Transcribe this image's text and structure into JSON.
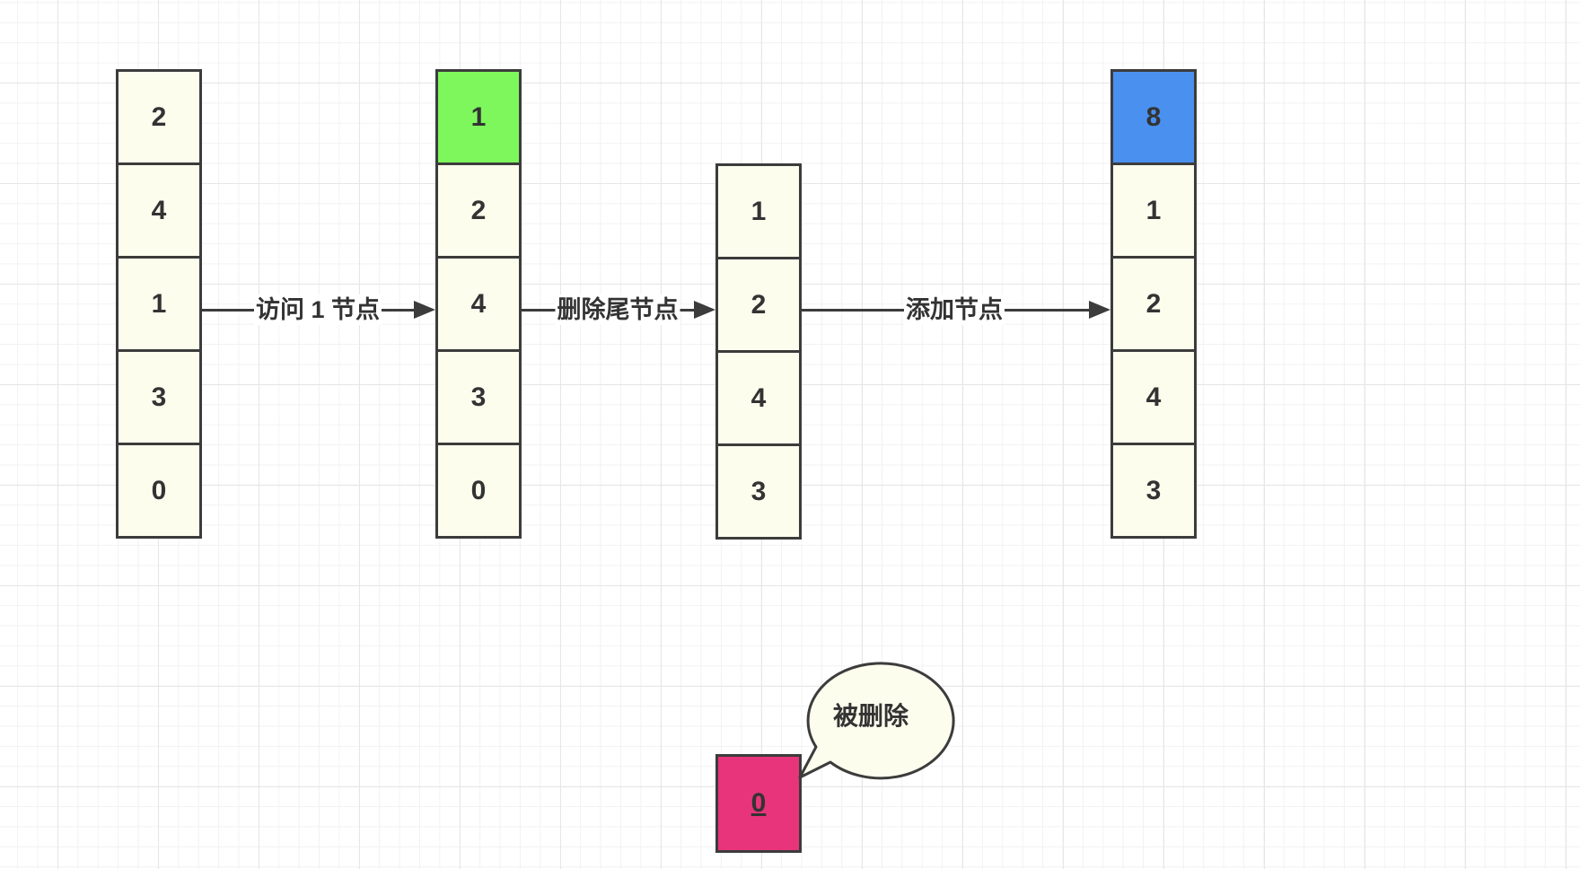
{
  "stacks": [
    {
      "name": "initial",
      "cells": [
        {
          "value": "2",
          "color": "#fdfdee"
        },
        {
          "value": "4",
          "color": "#fdfdee"
        },
        {
          "value": "1",
          "color": "#fdfdee"
        },
        {
          "value": "3",
          "color": "#fdfdee"
        },
        {
          "value": "0",
          "color": "#fdfdee"
        }
      ]
    },
    {
      "name": "after-access",
      "cells": [
        {
          "value": "1",
          "color": "#7df75b"
        },
        {
          "value": "2",
          "color": "#fdfdee"
        },
        {
          "value": "4",
          "color": "#fdfdee"
        },
        {
          "value": "3",
          "color": "#fdfdee"
        },
        {
          "value": "0",
          "color": "#fdfdee"
        }
      ]
    },
    {
      "name": "after-delete",
      "cells": [
        {
          "value": "1",
          "color": "#fdfdee"
        },
        {
          "value": "2",
          "color": "#fdfdee"
        },
        {
          "value": "4",
          "color": "#fdfdee"
        },
        {
          "value": "3",
          "color": "#fdfdee"
        }
      ]
    },
    {
      "name": "after-add",
      "cells": [
        {
          "value": "8",
          "color": "#4a90ee"
        },
        {
          "value": "1",
          "color": "#fdfdee"
        },
        {
          "value": "2",
          "color": "#fdfdee"
        },
        {
          "value": "4",
          "color": "#fdfdee"
        },
        {
          "value": "3",
          "color": "#fdfdee"
        }
      ]
    }
  ],
  "arrows": [
    {
      "label": "访问 1 节点"
    },
    {
      "label": "删除尾节点"
    },
    {
      "label": "添加节点"
    }
  ],
  "deleted": {
    "value": "0",
    "color": "#e8347a"
  },
  "bubble": {
    "text": "被删除"
  }
}
